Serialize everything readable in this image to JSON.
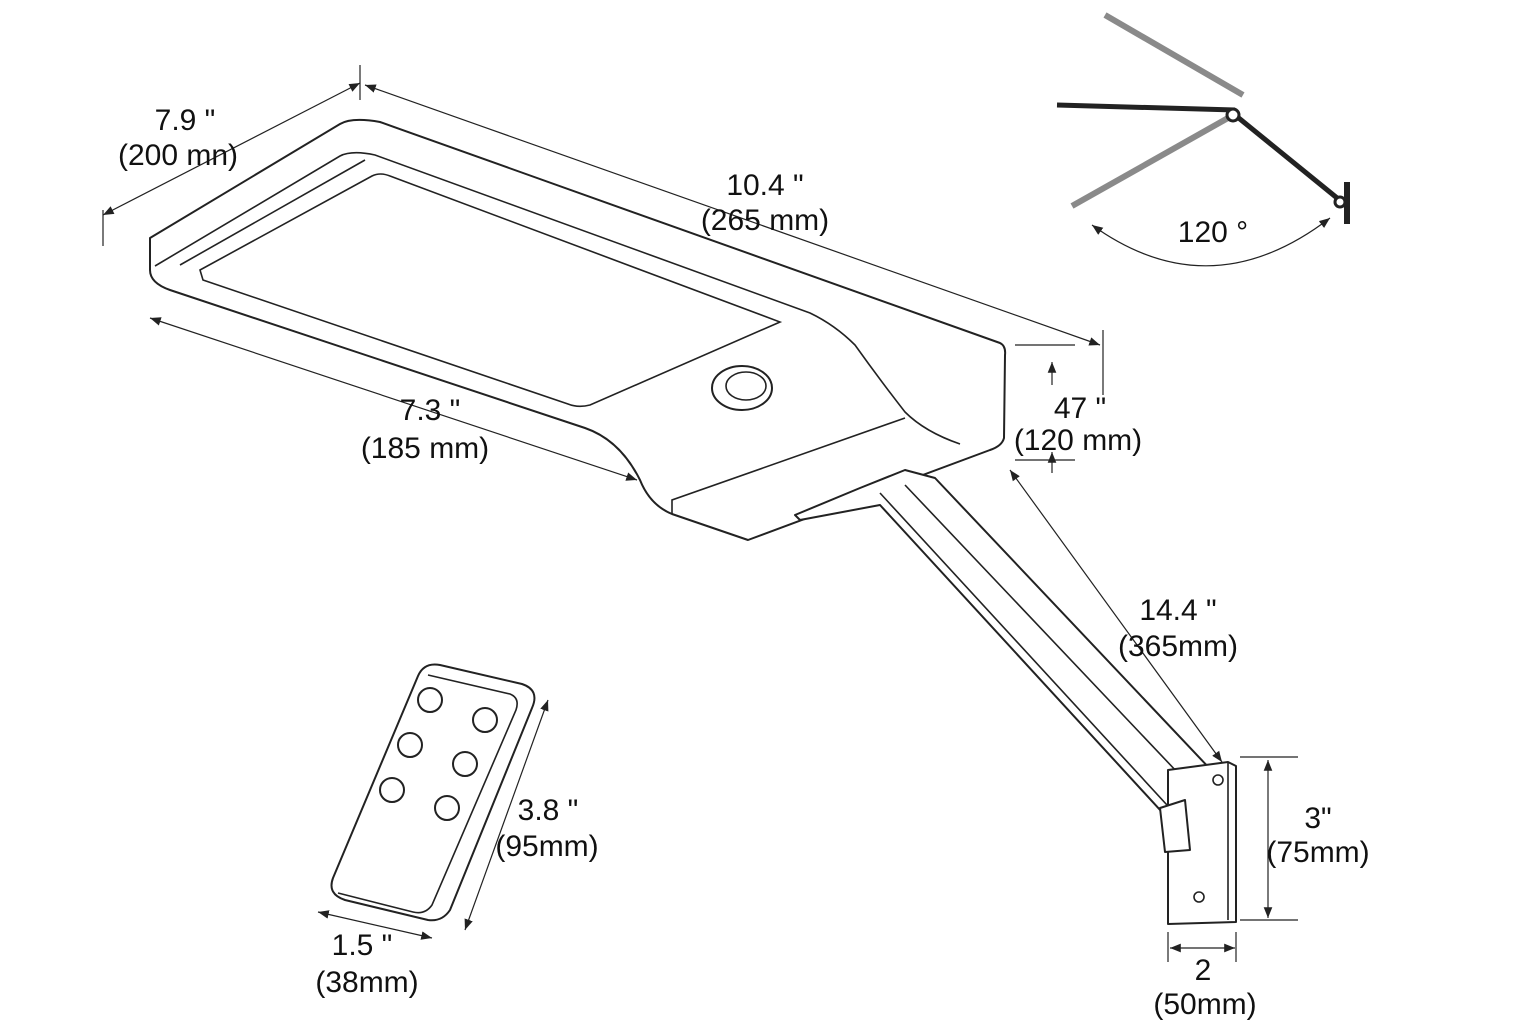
{
  "title": "Solar street light dimensions diagram",
  "dimensions": {
    "width": {
      "in": "7.9 \"",
      "mm": "(200 mn)"
    },
    "length": {
      "in": "10.4 \"",
      "mm": "(265 mm)"
    },
    "panel": {
      "in": "7.3 \"",
      "mm": "(185 mm)"
    },
    "height": {
      "in": "47 \"",
      "mm": "(120 mm)"
    },
    "angle": "120 °",
    "arm": {
      "in": "14.4 \"",
      "mm": "(365mm)"
    },
    "remote_length": {
      "in": "3.8 \"",
      "mm": "(95mm)"
    },
    "remote_width": {
      "in": "1.5 \"",
      "mm": "(38mm)"
    },
    "bracket_height": {
      "in": "3\"",
      "mm": "(75mm)"
    },
    "bracket_width": {
      "in": "2",
      "mm": "(50mm)"
    }
  },
  "colors": {
    "line": "#222222",
    "gray": "#8a8a8a"
  }
}
